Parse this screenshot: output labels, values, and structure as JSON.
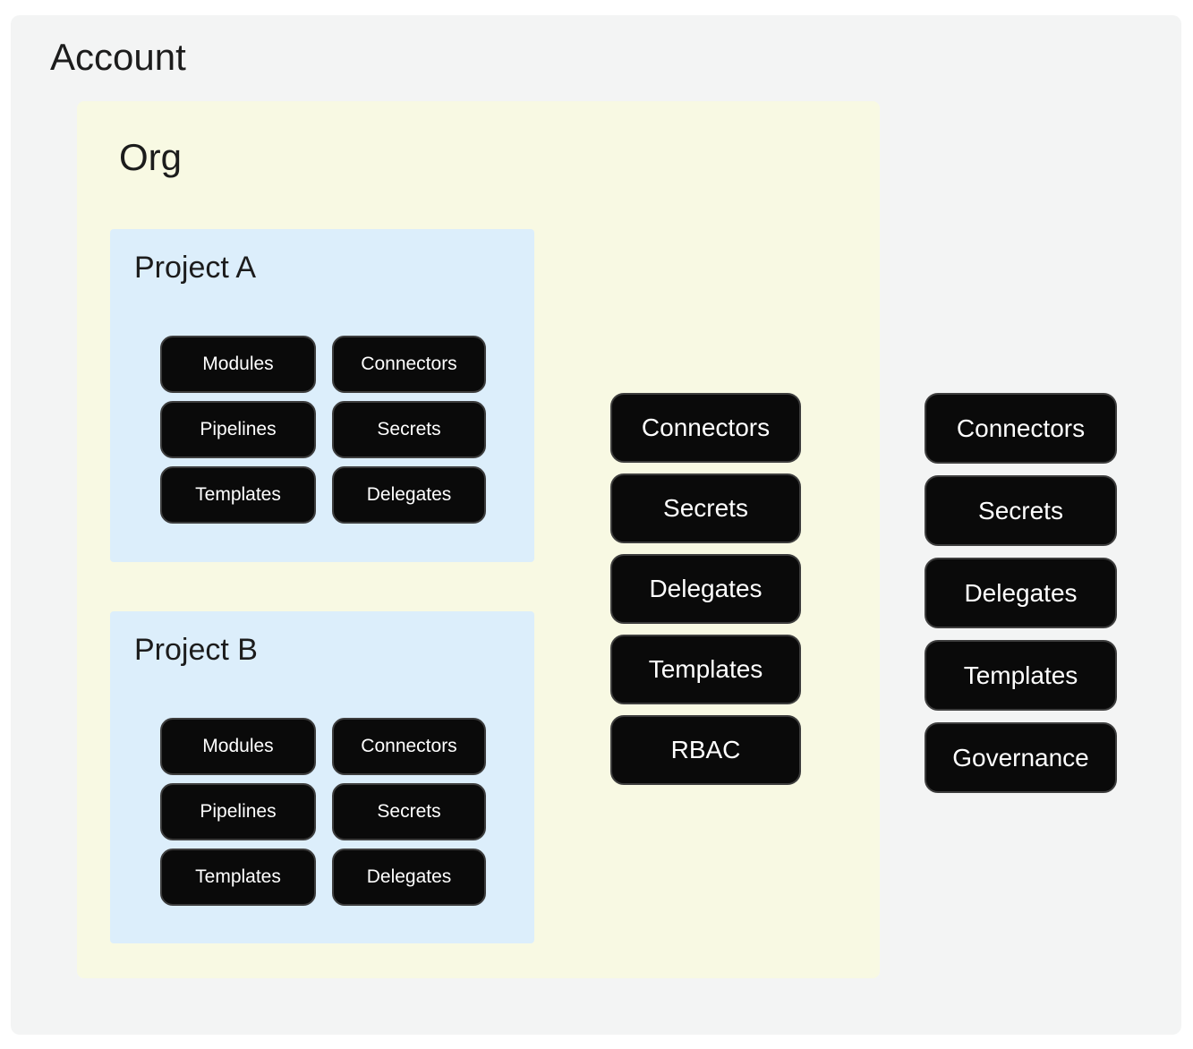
{
  "colors": {
    "page_bg": "#ffffff",
    "account_bg": "#f3f4f4",
    "org_bg": "#f8f9e3",
    "project_bg": "#dceefb",
    "pill_bg": "#0a0a0a",
    "pill_border": "#3d3d3d",
    "pill_text": "#ffffff",
    "heading_text": "#1c1c1c"
  },
  "account": {
    "title": "Account",
    "resources": [
      "Connectors",
      "Secrets",
      "Delegates",
      "Templates",
      "Governance"
    ],
    "org": {
      "title": "Org",
      "resources": [
        "Connectors",
        "Secrets",
        "Delegates",
        "Templates",
        "RBAC"
      ],
      "projects": [
        {
          "title": "Project A",
          "resources": [
            "Modules",
            "Connectors",
            "Pipelines",
            "Secrets",
            "Templates",
            "Delegates"
          ]
        },
        {
          "title": "Project B",
          "resources": [
            "Modules",
            "Connectors",
            "Pipelines",
            "Secrets",
            "Templates",
            "Delegates"
          ]
        }
      ]
    }
  }
}
